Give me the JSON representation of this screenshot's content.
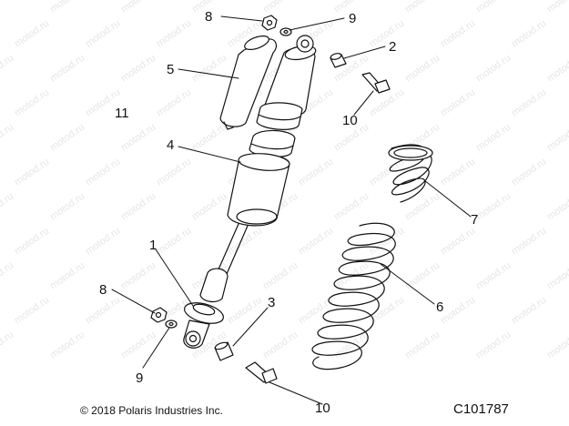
{
  "watermark": {
    "text": "motod.ru"
  },
  "callouts": {
    "c1": "1",
    "c2": "2",
    "c3": "3",
    "c4": "4",
    "c5": "5",
    "c6": "6",
    "c7": "7",
    "c8_top": "8",
    "c8_bottom": "8",
    "c9_top": "9",
    "c9_bottom": "9",
    "c10_top": "10",
    "c10_bottom": "10",
    "c11": "11"
  },
  "footer": {
    "copyright": "© 2018 Polaris Industries Inc.",
    "drawing_id": "C101787"
  },
  "colors": {
    "line": "#111111",
    "part_fill": "#ffffff",
    "watermark": "#e6e6e6"
  }
}
